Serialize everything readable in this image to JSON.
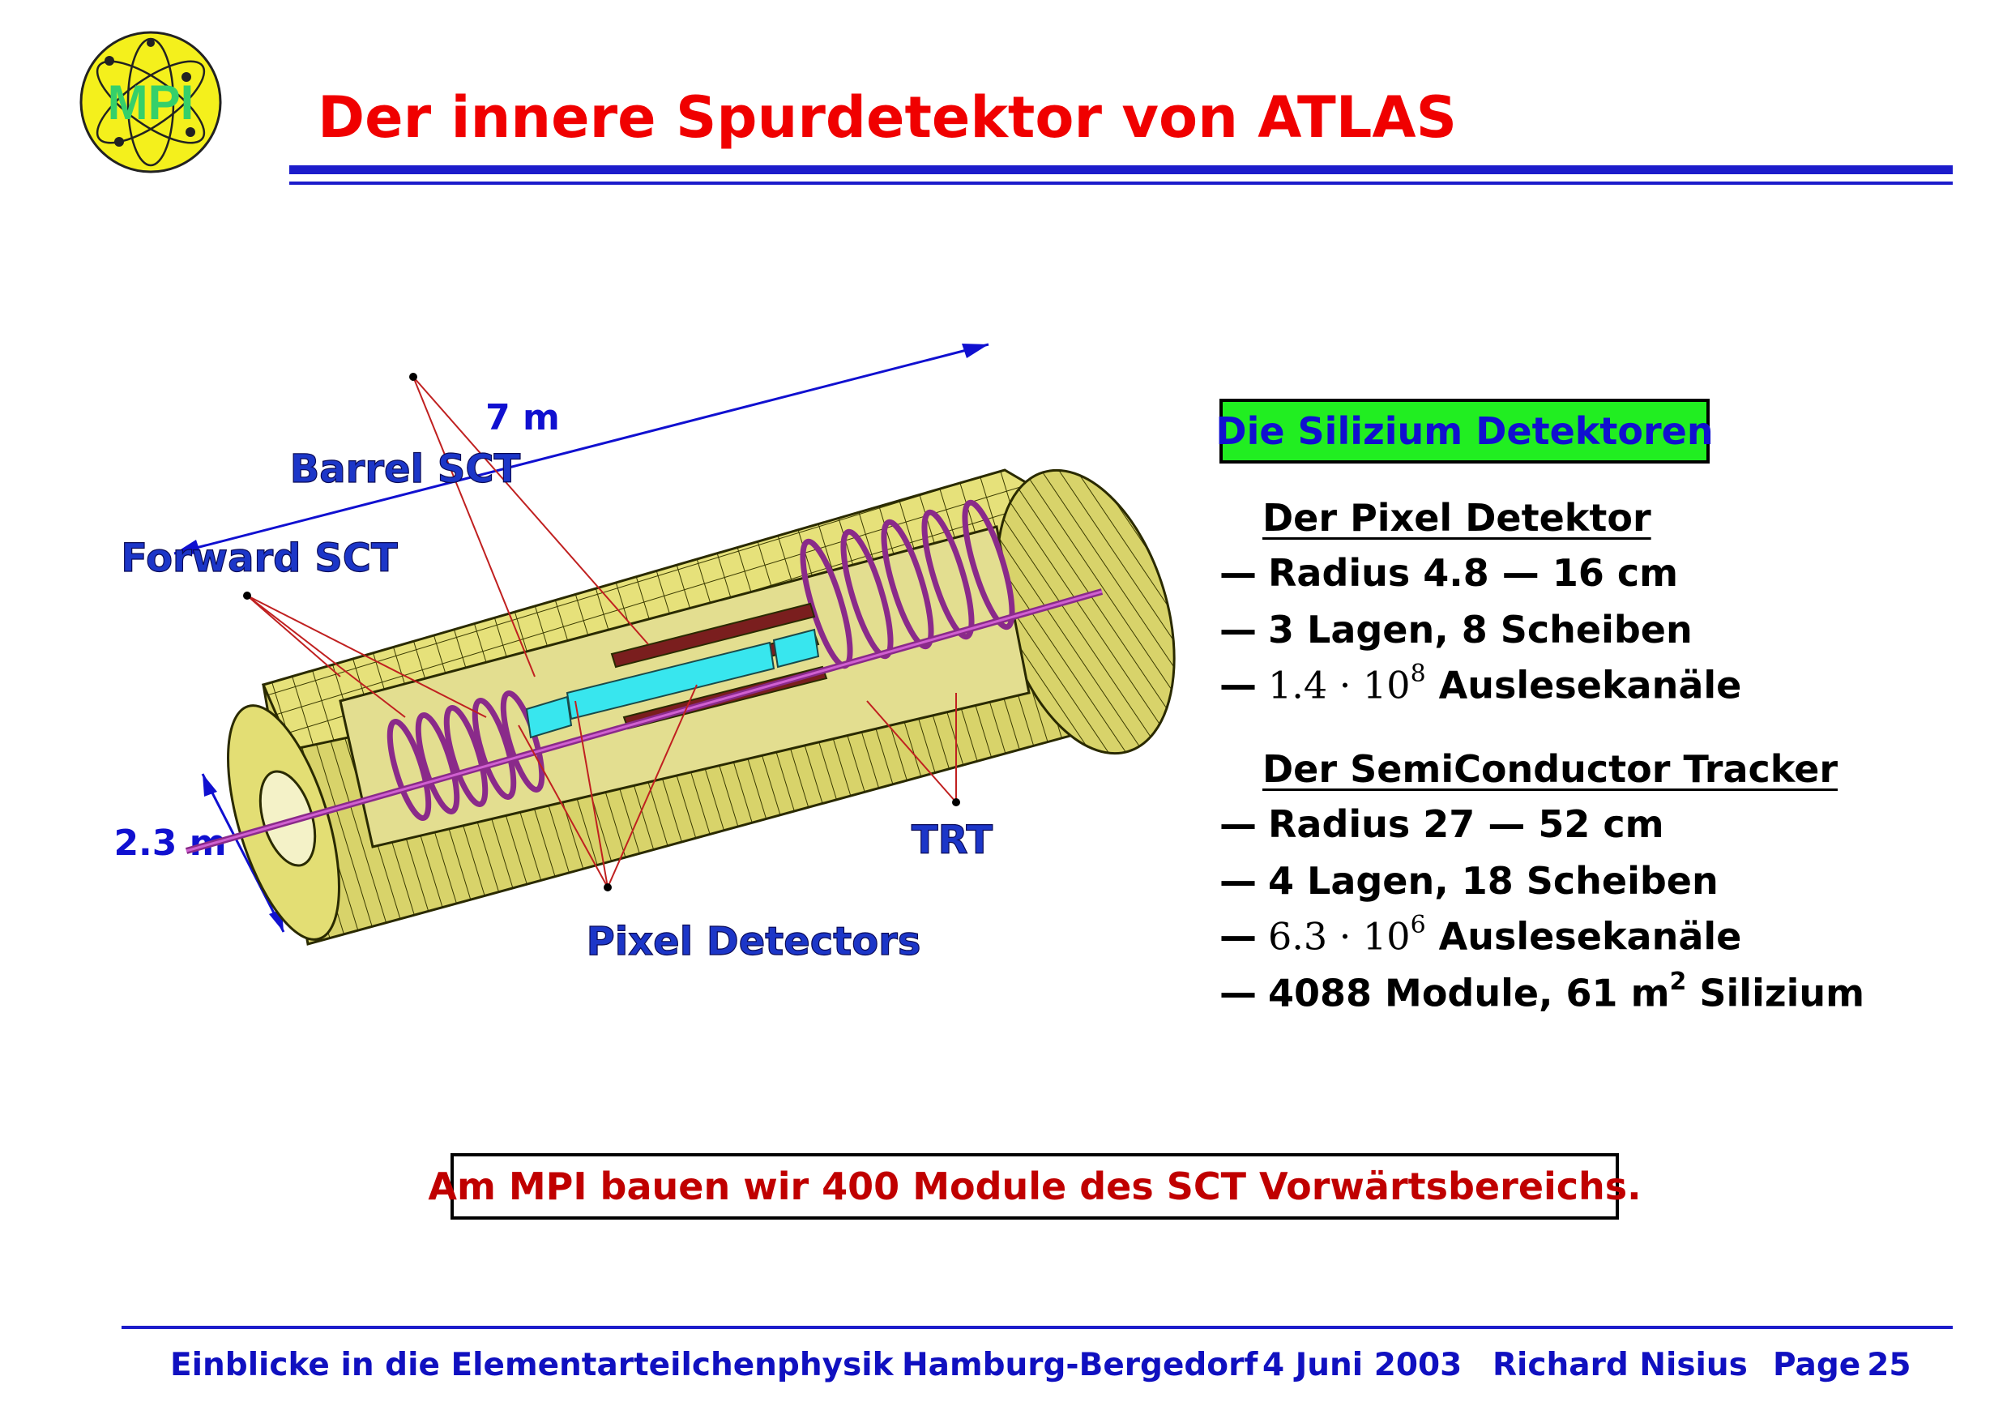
{
  "header": {
    "logo_text": "MPI",
    "title": "Der innere Spurdetektor von ATLAS"
  },
  "diagram": {
    "length_label": "7 m",
    "diameter_label": "2.3 m",
    "labels": {
      "barrel_sct": "Barrel SCT",
      "forward_sct": "Forward SCT",
      "trt": "TRT",
      "pixel_detectors": "Pixel Detectors"
    }
  },
  "panel": {
    "box_title": "Die Silizium Detektoren",
    "pixel": {
      "heading": "Der Pixel Detektor",
      "items": [
        {
          "dash": "—",
          "text": "Radius 4.8 — 16 cm"
        },
        {
          "dash": "—",
          "text": "3 Lagen, 8 Scheiben"
        },
        {
          "dash": "—",
          "mantissa": "1.4 · 10",
          "exponent": "8",
          "text": "Auslesekanäle"
        }
      ]
    },
    "sct": {
      "heading": "Der SemiConductor Tracker",
      "items": [
        {
          "dash": "—",
          "text": "Radius 27 — 52 cm"
        },
        {
          "dash": "—",
          "text": "4 Lagen, 18 Scheiben"
        },
        {
          "dash": "—",
          "mantissa": "6.3 · 10",
          "exponent": "6",
          "text": "Auslesekanäle"
        },
        {
          "dash": "—",
          "text_before": "4088 Module, 61 m",
          "exponent": "2",
          "text_after": "Silizium"
        }
      ]
    }
  },
  "note": "Am MPI bauen wir 400 Module des SCT Vorwärtsbereichs.",
  "footer": {
    "course": "Einblicke in die Elementarteilchenphysik",
    "location": "Hamburg-Bergedorf",
    "date": "4 Juni 2003",
    "author": "Richard Nisius",
    "page_label": "Page",
    "page_number": "25"
  },
  "colors": {
    "title": "#f00000",
    "rule": "#1c1ccb",
    "label_blue": "#1010d0",
    "box_green": "#21ee21",
    "note_red": "#c00000",
    "detector_yellow": "#e6e17a",
    "logo_yellow": "#f4f01c"
  }
}
